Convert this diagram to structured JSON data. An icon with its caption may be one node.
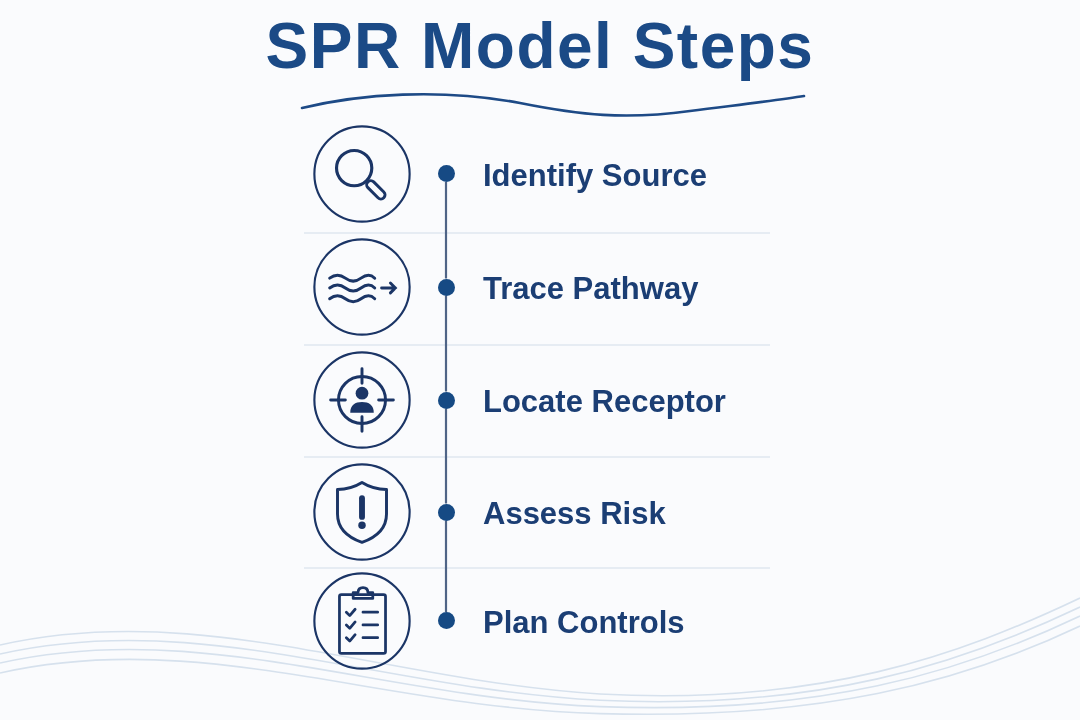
{
  "diagram": {
    "title": "SPR Model Steps",
    "nodes": [
      {
        "text": [],
        "shape": "circle",
        "beside": [
          "Identify Source"
        ]
      },
      {
        "text": [],
        "shape": "circle",
        "beside": [
          "Trace Pathway"
        ]
      },
      {
        "text": [],
        "shape": "circle",
        "beside": [
          "Locate Receptor"
        ]
      },
      {
        "text": [],
        "shape": "circle",
        "beside": [
          "Assess Risk"
        ]
      },
      {
        "text": [],
        "shape": "circle",
        "beside": [
          "Plan Controls"
        ]
      }
    ],
    "edges": [
      {
        "from": 0,
        "to": 1,
        "arrow": "none"
      },
      {
        "from": 1,
        "to": 2,
        "arrow": "none"
      },
      {
        "from": 2,
        "to": 3,
        "arrow": "none"
      },
      {
        "from": 3,
        "to": 4,
        "arrow": "none"
      }
    ]
  }
}
